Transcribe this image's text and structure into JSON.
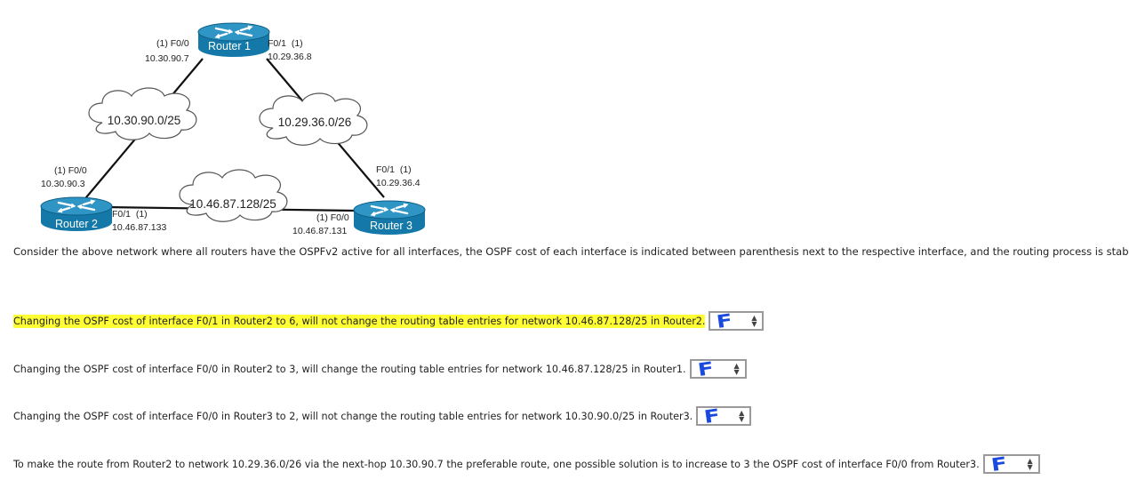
{
  "network": {
    "router1": {
      "name": "Router 1",
      "if_left": "(1) F0/0",
      "ip_left": "10.30.90.7",
      "if_right": "F0/1  (1)",
      "ip_right": "10.29.36.8"
    },
    "router2": {
      "name": "Router 2",
      "if_top": "(1) F0/0",
      "ip_top": "10.30.90.3",
      "if_right": "F0/1  (1)",
      "ip_right": "10.46.87.133"
    },
    "router3": {
      "name": "Router 3",
      "if_top": "F0/1  (1)",
      "ip_top": "10.29.36.4",
      "if_left": "(1) F0/0",
      "ip_left": "10.46.87.131"
    },
    "clouds": {
      "left": "10.30.90.0/25",
      "right": "10.29.36.0/26",
      "bottom": "10.46.87.128/25"
    }
  },
  "intro": "Consider the above network where all routers have the OSPFv2 active for all interfaces, the OSPF cost of each interface is indicated between parenthesis next to the respective interface, and the routing process is stabiliz",
  "questions": [
    {
      "text": "Changing the OSPF cost of interface F0/1 in Router2 to 6, will not change the routing table entries for network 10.46.87.128/25 in Router2.",
      "answer": "F",
      "highlighted": true
    },
    {
      "text": "Changing the OSPF cost of interface F0/0 in Router2 to 3, will change the routing table entries for network 10.46.87.128/25 in Router1.",
      "answer": "F",
      "highlighted": false
    },
    {
      "text": "Changing the OSPF cost of interface F0/0 in Router3 to 2, will not change the routing table entries for network 10.30.90.0/25 in Router3.",
      "answer": "F",
      "highlighted": false
    },
    {
      "text": "To make the route from Router2 to network 10.29.36.0/26 via the next-hop 10.30.90.7 the preferable route, one possible solution is to increase to 3 the OSPF cost of interface F0/0 from Router3.",
      "answer": "F",
      "highlighted": false
    }
  ],
  "colors": {
    "router_blue": "#1479a8",
    "router_dark": "#0e5e85",
    "highlight": "#ffff33",
    "ink": "#1a49e0"
  },
  "icons": {
    "router": "router-icon",
    "select_arrows": "up-down-arrows-icon"
  }
}
